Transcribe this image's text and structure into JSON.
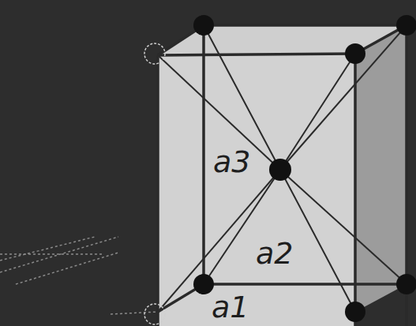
{
  "diagram": {
    "labels": [
      "a3",
      "a2",
      "a1"
    ]
  }
}
